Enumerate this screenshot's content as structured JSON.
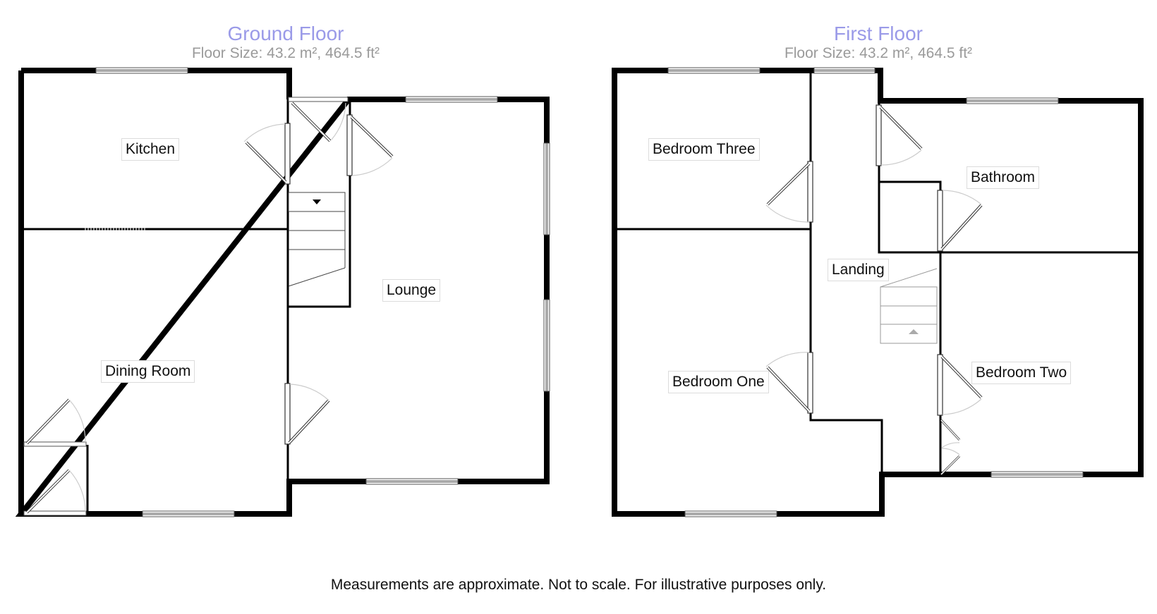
{
  "floors": [
    {
      "title": "Ground Floor",
      "size": "Floor Size: 43.2 m², 464.5 ft²",
      "rooms": [
        "Kitchen",
        "Lounge",
        "Dining Room"
      ]
    },
    {
      "title": "First Floor",
      "size": "Floor Size: 43.2 m², 464.5 ft²",
      "rooms": [
        "Bedroom Three",
        "Bathroom",
        "Landing",
        "Bedroom One",
        "Bedroom Two"
      ]
    }
  ],
  "disclaimer": "Measurements are approximate. Not to scale. For illustrative purposes only.",
  "colors": {
    "title": "#9a9ae8",
    "subtitle": "#9a9a9a",
    "wall": "#000000",
    "label_border": "#dcdcdc"
  }
}
